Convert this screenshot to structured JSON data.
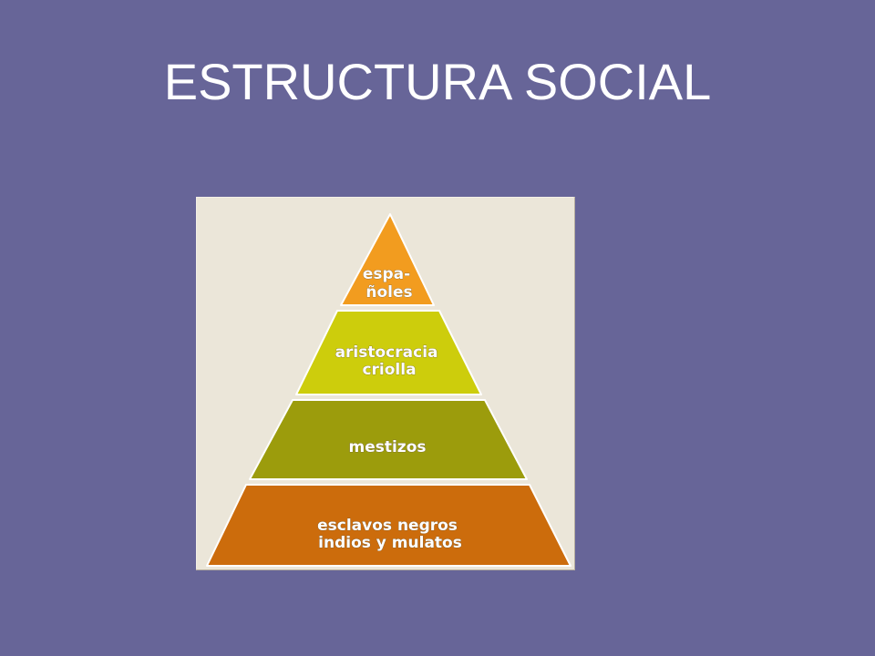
{
  "slide": {
    "title": "ESTRUCTURA SOCIAL"
  },
  "colors": {
    "background": "#676598",
    "title_text": "#ffffff",
    "figure_background": "#ebe6d9",
    "tier_espanoles": "#f29c1f",
    "tier_aristocracia": "#cdcd0c",
    "tier_mestizos": "#9c9c0c",
    "tier_esclavos": "#cc6c0c",
    "tier_outline": "#ffffff",
    "label_text": "#ffffff"
  },
  "pyramid": {
    "tiers": [
      {
        "id": "espanoles",
        "lines": [
          "espa-",
          "ñoles"
        ]
      },
      {
        "id": "aristocracia",
        "lines": [
          "aristocracia",
          "criolla"
        ]
      },
      {
        "id": "mestizos",
        "lines": [
          "mestizos"
        ]
      },
      {
        "id": "esclavos",
        "lines": [
          "esclavos negros",
          "indios y mulatos"
        ]
      }
    ]
  }
}
